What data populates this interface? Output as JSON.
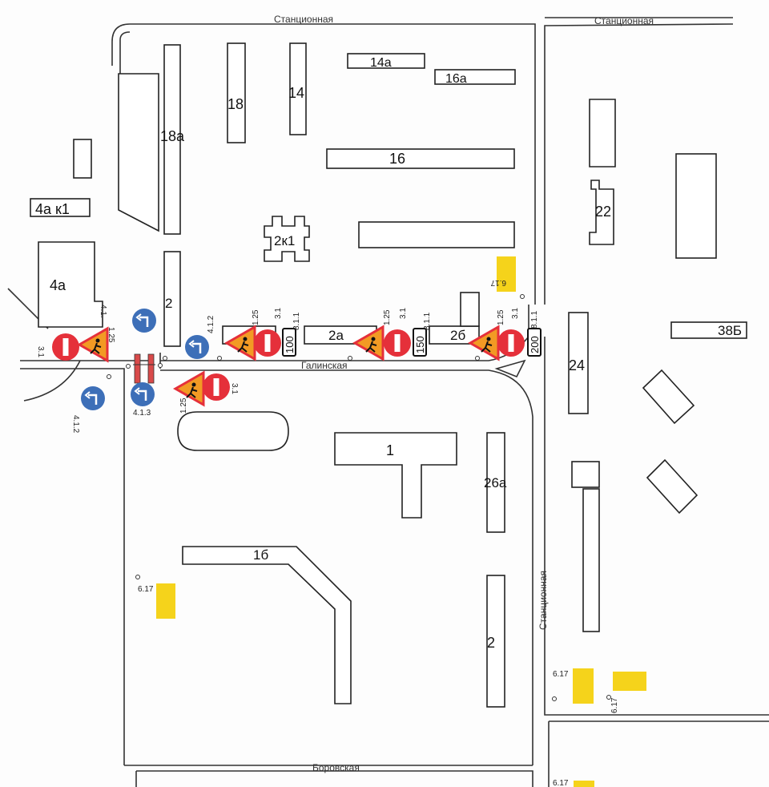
{
  "streets": {
    "top_left": "Станционная",
    "top_right": "Станционная",
    "middle": "Галинская",
    "right_vertical": "Станционная",
    "bottom": "Боровская"
  },
  "buildings": {
    "b14a": "14а",
    "b16a": "16а",
    "b18": "18",
    "b14": "14",
    "b18a": "18а",
    "b16": "16",
    "b4ak1": "4а к1",
    "b22": "22",
    "b2k1": "2к1",
    "b4a": "4а",
    "b2_left": "2",
    "b2a": "2а",
    "b2b": "2б",
    "b38b": "38Б",
    "b24": "24",
    "b1": "1",
    "b26a": "26а",
    "b1b": "1б",
    "b2_south": "2"
  },
  "sign_codes": {
    "c3_1": "3.1",
    "c1_25": "1.25",
    "c4_1_2": "4.1.2",
    "c4_1_3": "4.1.3",
    "c8_1_1": "8.1.1",
    "c6_17": "6.17",
    "c4_1": "4.1."
  },
  "distance_plates": {
    "d100": "100",
    "d150": "150",
    "d200": "200"
  },
  "colors": {
    "sign_red": "#e5303a",
    "sign_blue": "#3d6fb8",
    "warning_orange": "#f29a24",
    "bus_stop_yellow": "#f5d31b",
    "crossing_red": "#d94a4a"
  }
}
